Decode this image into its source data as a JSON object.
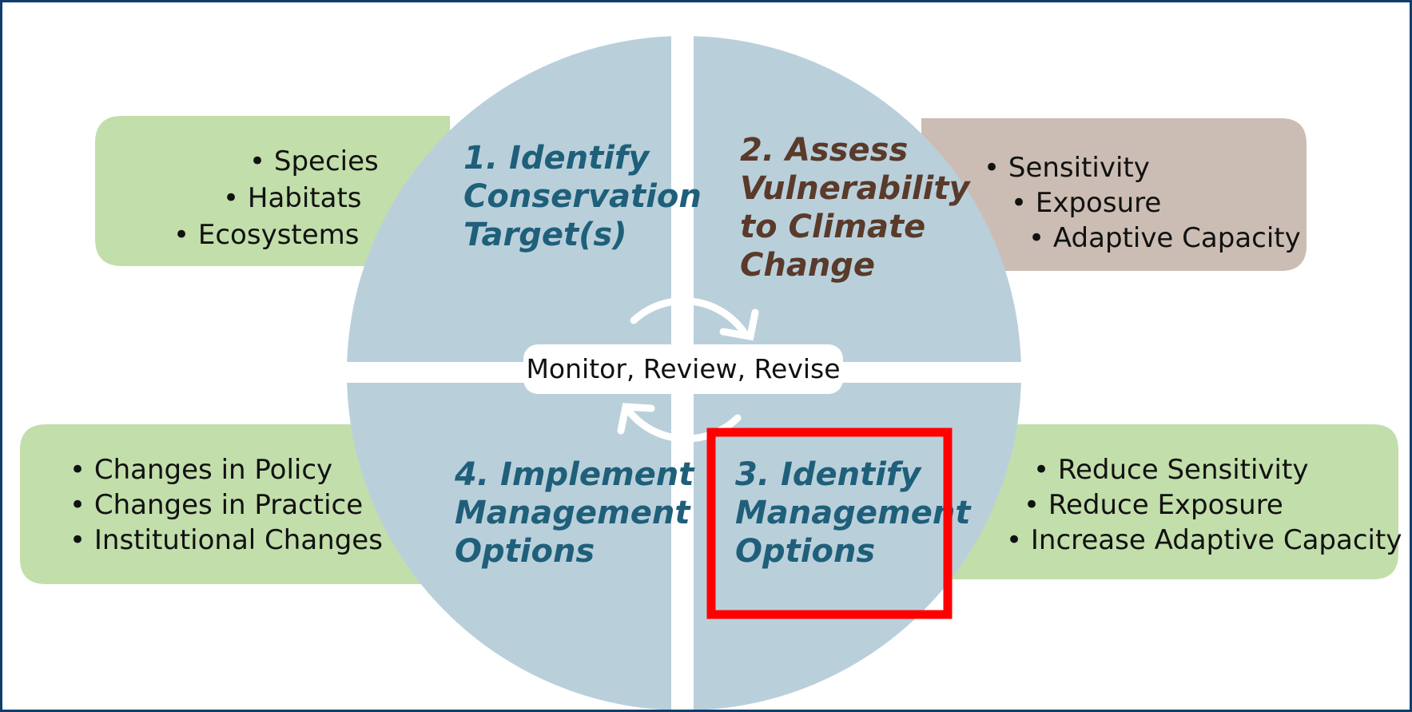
{
  "center": {
    "label": "Monitor, Review, Revise"
  },
  "quadrants": [
    {
      "id": "q1",
      "title_lines": [
        "1. Identify",
        "Conservation",
        "Target(s)"
      ],
      "color": "#1f5f7a",
      "bullets": [
        "Species",
        "Habitats",
        "Ecosystems"
      ]
    },
    {
      "id": "q2",
      "title_lines": [
        "2. Assess",
        "Vulnerability",
        "to Climate",
        "Change"
      ],
      "color": "#5a3a2a",
      "bullets": [
        "Sensitivity",
        "Exposure",
        "Adaptive Capacity"
      ]
    },
    {
      "id": "q3",
      "title_lines": [
        "3. Identify",
        "Management",
        "Options"
      ],
      "color": "#1f5f7a",
      "bullets": [
        "Reduce Sensitivity",
        "Reduce Exposure",
        "Increase Adaptive Capacity"
      ]
    },
    {
      "id": "q4",
      "title_lines": [
        "4. Implement",
        "Management",
        "Options"
      ],
      "color": "#1f5f7a",
      "bullets": [
        "Changes in Policy",
        "Changes in Practice",
        "Institutional Changes"
      ]
    }
  ],
  "colors": {
    "circle": "#b9d0db",
    "panel_green": "#c2deab",
    "panel_tan": "#cbbdb3",
    "highlight": "#ff0000",
    "border": "#0f3d6e"
  }
}
